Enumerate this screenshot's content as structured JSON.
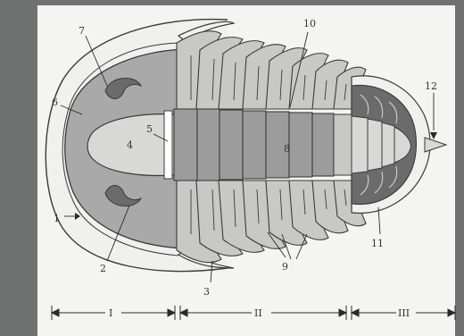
{
  "figure": {
    "labels": {
      "n1": "1",
      "n2": "2",
      "n3": "3",
      "n4": "4",
      "n5": "5",
      "n6": "6",
      "n7": "7",
      "n8": "8",
      "n9": "9",
      "n10": "10",
      "n11": "11",
      "n12": "12"
    },
    "regions": {
      "r1": "I",
      "r2": "II",
      "r3": "III"
    },
    "colors": {
      "background": "#6e7372",
      "paper": "#f4f4f2",
      "cephalon": "#a9a9a9",
      "glabella": "#d8d8d6",
      "pleura": "#c8c8c6",
      "axis": "#9c9c9c",
      "pygidium_dark": "#6b6b6b",
      "outline": "#3a3a3a"
    }
  }
}
